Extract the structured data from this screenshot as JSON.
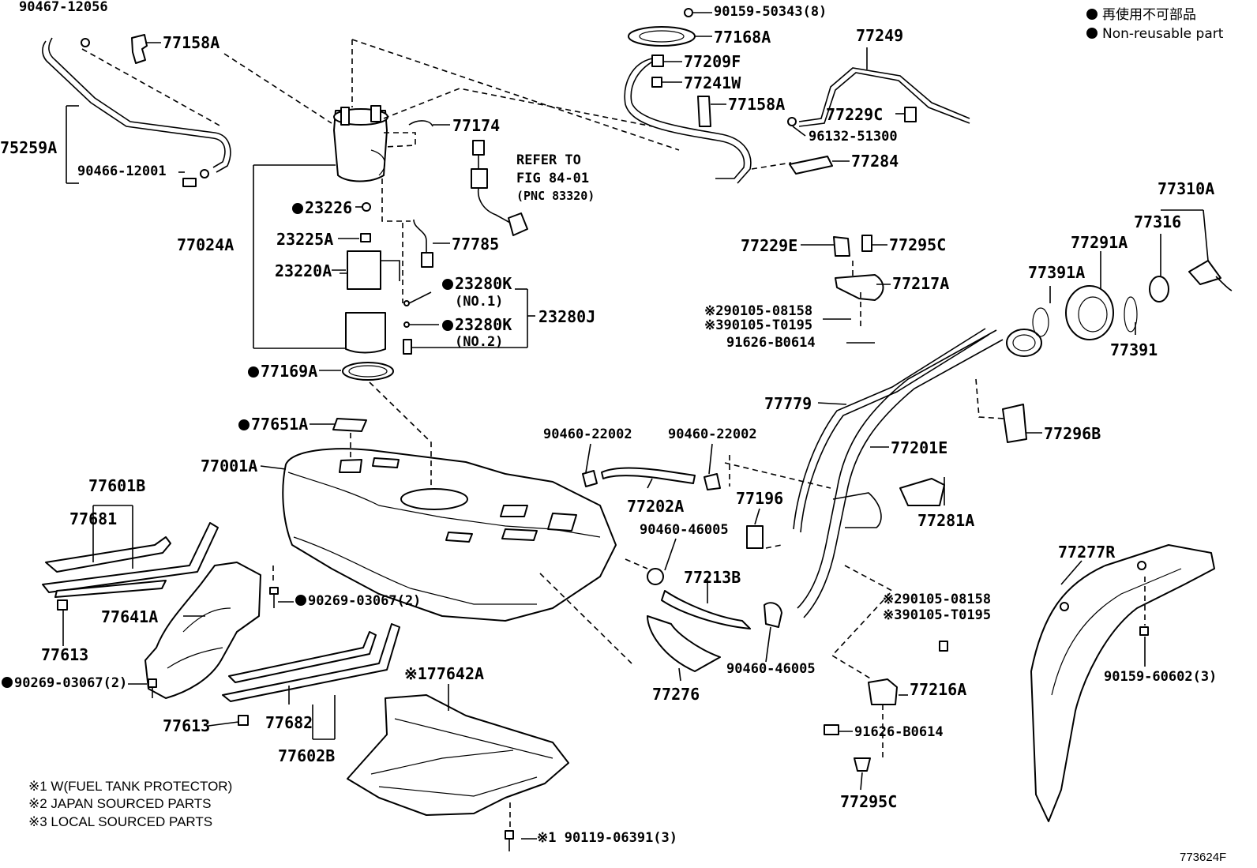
{
  "legend": {
    "line1": "再使用不可部品",
    "line2": "Non-reusable part"
  },
  "notes": {
    "n1": "※1 W(FUEL TANK PROTECTOR)",
    "n2": "※2 JAPAN SOURCED PARTS",
    "n3": "※3 LOCAL SOURCED PARTS"
  },
  "figure_code": "773624F",
  "reference": {
    "line1": "REFER TO",
    "line2": "FIG 84-01",
    "line3": "(PNC 83320)"
  },
  "parts": {
    "p90467_12056": "90467-12056",
    "p77158A_a": "77158A",
    "p75259A": "75259A",
    "p90466_12001": "90466-12001",
    "p77174": "77174",
    "p23226": "23226",
    "p77024A": "77024A",
    "p23225A": "23225A",
    "p77785": "77785",
    "p23220A": "23220A",
    "p23280K_1": "23280K",
    "p23280K_1_sub": "(NO.1)",
    "p23280J": "23280J",
    "p23280K_2": "23280K",
    "p23280K_2_sub": "(NO.2)",
    "p77169A": "77169A",
    "p77651A": "77651A",
    "p77001A": "77001A",
    "p77601B": "77601B",
    "p77681": "77681",
    "p77641A": "77641A",
    "p90269_03067_a": "90269-03067(2)",
    "p77613_a": "77613",
    "p90269_03067_b": "90269-03067(2)",
    "p77613_b": "77613",
    "p77682": "77682",
    "p77602B": "77602B",
    "p77642A": "※177642A",
    "p90119_06391": "※1 90119-06391(3)",
    "p90159_50343": "90159-50343(8)",
    "p77168A": "77168A",
    "p77209F": "77209F",
    "p77241W": "77241W",
    "p77158A_b": "77158A",
    "p77249": "77249",
    "p77229C": "77229C",
    "p96132_51300": "96132-51300",
    "p77284": "77284",
    "p90460_22002_a": "90460-22002",
    "p90460_22002_b": "90460-22002",
    "p77202A": "77202A",
    "p77196": "77196",
    "p90460_46005_a": "90460-46005",
    "p77213B": "77213B",
    "p77276": "77276",
    "p90460_46005_b": "90460-46005",
    "p77229E": "77229E",
    "p77295C_a": "77295C",
    "p77217A": "77217A",
    "p90105_08158_a": "※290105-08158",
    "p90105_T0195_a": "※390105-T0195",
    "p91626_B0614_a": "91626-B0614",
    "p77779": "77779",
    "p77201E": "77201E",
    "p77281A": "77281A",
    "p77296B": "77296B",
    "p77391A": "77391A",
    "p77291A": "77291A",
    "p77316": "77316",
    "p77310A": "77310A",
    "p77391": "77391",
    "p90105_08158_b": "※290105-08158",
    "p90105_T0195_b": "※390105-T0195",
    "p77216A": "77216A",
    "p91626_B0614_b": "91626-B0614",
    "p77295C_b": "77295C",
    "p77277R": "77277R",
    "p90159_60602": "90159-60602(3)"
  }
}
